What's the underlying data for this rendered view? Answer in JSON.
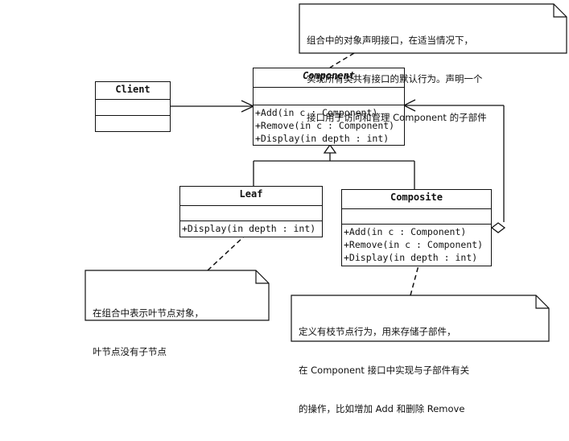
{
  "classes": {
    "client": {
      "name": "Client"
    },
    "component": {
      "name": "Component",
      "operations": [
        "+Add(in c : Component)",
        "+Remove(in c : Component)",
        "+Display(in depth : int)"
      ]
    },
    "leaf": {
      "name": "Leaf",
      "operations": [
        "+Display(in depth : int)"
      ]
    },
    "composite": {
      "name": "Composite",
      "operations": [
        "+Add(in c : Component)",
        "+Remove(in c : Component)",
        "+Display(in depth : int)"
      ]
    }
  },
  "notes": {
    "component_note": [
      "组合中的对象声明接口，在适当情况下，",
      "实现所有类共有接口的默认行为。声明一个",
      "接口用于访问和管理 Component 的子部件"
    ],
    "leaf_note": [
      "在组合中表示叶节点对象，",
      "叶节点没有子节点"
    ],
    "composite_note": [
      "定义有枝节点行为，用来存储子部件，",
      "在 Component 接口中实现与子部件有关",
      "的操作，比如增加 Add 和删除 Remove"
    ]
  }
}
